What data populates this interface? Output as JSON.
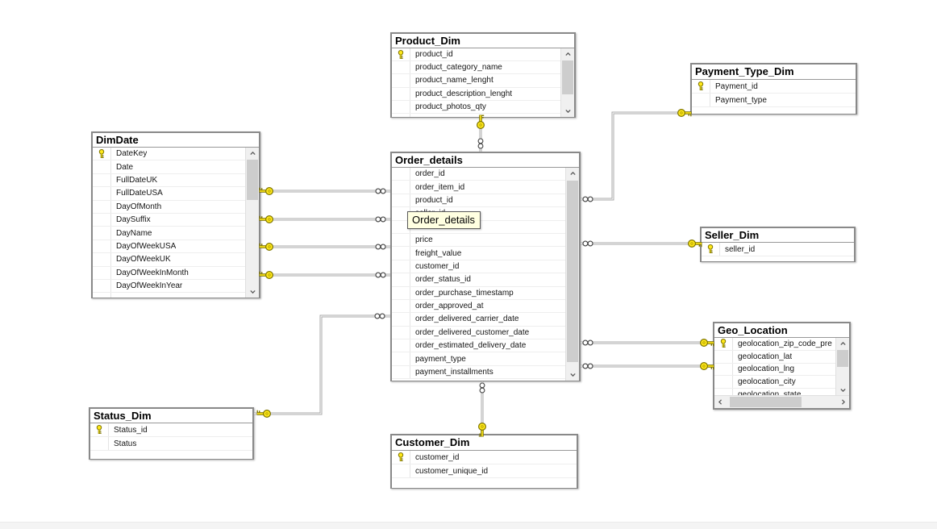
{
  "tooltip": {
    "text": "Order_details"
  },
  "colors": {
    "key_icon": "#ffe81a",
    "key_icon_outline": "#7e7400",
    "relationship_line": "#a8a8a8",
    "tooltip_bg": "#ffffe1",
    "tooltip_border": "#5a5a5a",
    "table_border": "#898989",
    "scrollbar_track": "#f0f0f0",
    "scrollbar_thumb": "#cdcdcd"
  },
  "icons": {
    "primary_key": "key-icon",
    "many_cardinality": "infinity-icon",
    "scroll_up": "chevron-up-icon",
    "scroll_down": "chevron-down-icon",
    "scroll_left": "chevron-left-icon",
    "scroll_right": "chevron-right-icon"
  },
  "tables": [
    {
      "id": "product_dim",
      "title": "Product_Dim",
      "scrollbars": [
        "vertical"
      ],
      "clipped_last_row": true,
      "columns": [
        {
          "name": "product_id",
          "key": true
        },
        {
          "name": "product_category_name",
          "key": false
        },
        {
          "name": "product_name_lenght",
          "key": false
        },
        {
          "name": "product_description_lenght",
          "key": false
        },
        {
          "name": "product_photos_qty",
          "key": false
        }
      ]
    },
    {
      "id": "payment_type_dim",
      "title": "Payment_Type_Dim",
      "scrollbars": [],
      "clipped_last_row": false,
      "columns": [
        {
          "name": "Payment_id",
          "key": true
        },
        {
          "name": "Payment_type",
          "key": false
        }
      ]
    },
    {
      "id": "dimdate",
      "title": "DimDate",
      "scrollbars": [
        "vertical"
      ],
      "clipped_last_row": true,
      "columns": [
        {
          "name": "DateKey",
          "key": true
        },
        {
          "name": "Date",
          "key": false
        },
        {
          "name": "FullDateUK",
          "key": false
        },
        {
          "name": "FullDateUSA",
          "key": false
        },
        {
          "name": "DayOfMonth",
          "key": false
        },
        {
          "name": "DaySuffix",
          "key": false
        },
        {
          "name": "DayName",
          "key": false
        },
        {
          "name": "DayOfWeekUSA",
          "key": false
        },
        {
          "name": "DayOfWeekUK",
          "key": false
        },
        {
          "name": "DayOfWeekInMonth",
          "key": false
        },
        {
          "name": "DayOfWeekInYear",
          "key": false
        }
      ]
    },
    {
      "id": "order_details",
      "title": "Order_details",
      "scrollbars": [
        "vertical"
      ],
      "clipped_last_row": false,
      "columns": [
        {
          "name": "order_id",
          "key": false
        },
        {
          "name": "order_item_id",
          "key": false
        },
        {
          "name": "product_id",
          "key": false
        },
        {
          "name": "seller_id",
          "key": false
        },
        {
          "name": "",
          "key": false
        },
        {
          "name": "price",
          "key": false
        },
        {
          "name": "freight_value",
          "key": false
        },
        {
          "name": "customer_id",
          "key": false
        },
        {
          "name": "order_status_id",
          "key": false
        },
        {
          "name": "order_purchase_timestamp",
          "key": false
        },
        {
          "name": "order_approved_at",
          "key": false
        },
        {
          "name": "order_delivered_carrier_date",
          "key": false
        },
        {
          "name": "order_delivered_customer_date",
          "key": false
        },
        {
          "name": "order_estimated_delivery_date",
          "key": false
        },
        {
          "name": "payment_type",
          "key": false
        },
        {
          "name": "payment_installments",
          "key": false
        }
      ]
    },
    {
      "id": "seller_dim",
      "title": "Seller_Dim",
      "scrollbars": [],
      "clipped_last_row": false,
      "columns": [
        {
          "name": "seller_id",
          "key": true
        }
      ]
    },
    {
      "id": "geo_location",
      "title": "Geo_Location",
      "scrollbars": [
        "vertical",
        "horizontal"
      ],
      "clipped_last_row": false,
      "columns": [
        {
          "name": "geolocation_zip_code_pre",
          "key": true
        },
        {
          "name": "geolocation_lat",
          "key": false
        },
        {
          "name": "geolocation_lng",
          "key": false
        },
        {
          "name": "geolocation_city",
          "key": false
        },
        {
          "name": "geolocation_state",
          "key": false
        }
      ]
    },
    {
      "id": "status_dim",
      "title": "Status_Dim",
      "scrollbars": [],
      "clipped_last_row": false,
      "columns": [
        {
          "name": "Status_id",
          "key": true
        },
        {
          "name": "Status",
          "key": false
        }
      ]
    },
    {
      "id": "customer_dim",
      "title": "Customer_Dim",
      "scrollbars": [],
      "clipped_last_row": false,
      "columns": [
        {
          "name": "customer_id",
          "key": true
        },
        {
          "name": "customer_unique_id",
          "key": false
        }
      ]
    }
  ],
  "relationships": [
    {
      "id": "dimdate_order_1",
      "one_side": "DimDate",
      "many_side": "Order_details"
    },
    {
      "id": "dimdate_order_2",
      "one_side": "DimDate",
      "many_side": "Order_details"
    },
    {
      "id": "dimdate_order_3",
      "one_side": "DimDate",
      "many_side": "Order_details"
    },
    {
      "id": "dimdate_order_4",
      "one_side": "DimDate",
      "many_side": "Order_details"
    },
    {
      "id": "status_order",
      "one_side": "Status_Dim",
      "many_side": "Order_details"
    },
    {
      "id": "product_order",
      "one_side": "Product_Dim",
      "many_side": "Order_details"
    },
    {
      "id": "customer_order",
      "one_side": "Customer_Dim",
      "many_side": "Order_details"
    },
    {
      "id": "payment_order",
      "one_side": "Payment_Type_Dim",
      "many_side": "Order_details"
    },
    {
      "id": "seller_order",
      "one_side": "Seller_Dim",
      "many_side": "Order_details"
    },
    {
      "id": "geo_order_1",
      "one_side": "Geo_Location",
      "many_side": "Order_details"
    },
    {
      "id": "geo_order_2",
      "one_side": "Geo_Location",
      "many_side": "Order_details"
    }
  ]
}
